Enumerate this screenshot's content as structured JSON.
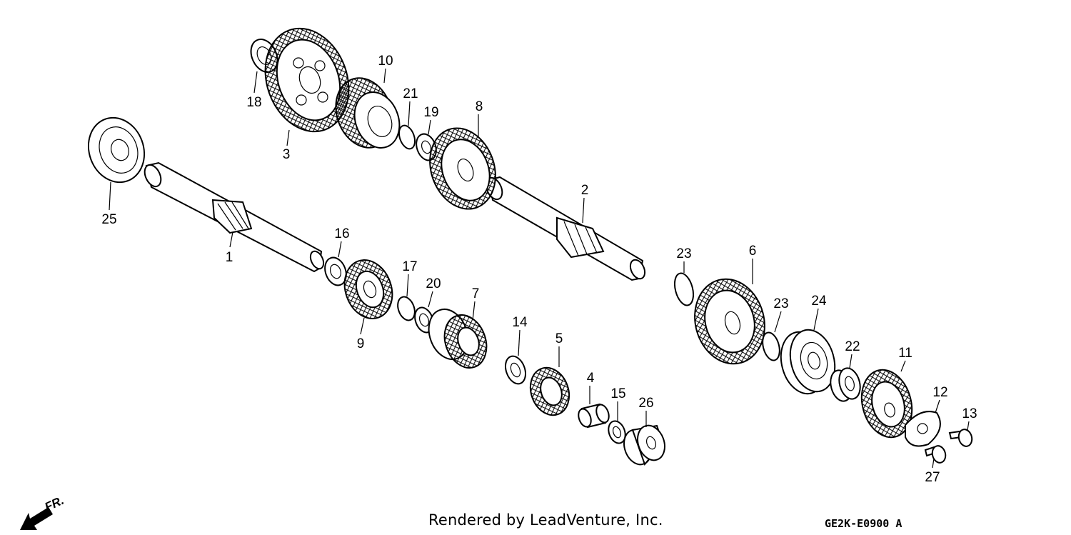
{
  "diagram": {
    "callouts": [
      "1",
      "2",
      "3",
      "4",
      "5",
      "6",
      "7",
      "8",
      "9",
      "10",
      "11",
      "12",
      "13",
      "14",
      "15",
      "16",
      "17",
      "18",
      "19",
      "20",
      "21",
      "22",
      "23",
      "23",
      "24",
      "25",
      "26",
      "27"
    ],
    "direction_label": "FR.",
    "credit": "Rendered by LeadVenture, Inc.",
    "drawing_code": "GE2K-E0900 A"
  }
}
